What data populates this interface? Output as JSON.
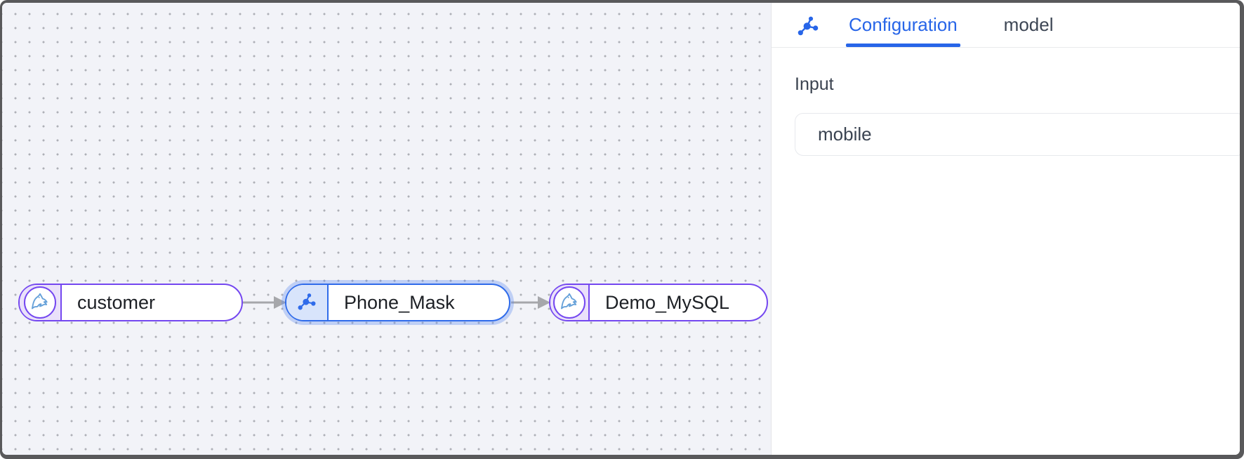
{
  "canvas": {
    "nodes": [
      {
        "label": "customer",
        "type": "mysql-source",
        "selected": false
      },
      {
        "label": "Phone_Mask",
        "type": "transform",
        "selected": true
      },
      {
        "label": "Demo_MySQL",
        "type": "mysql-sink",
        "selected": false
      }
    ],
    "edges": [
      {
        "from": "customer",
        "to": "Phone_Mask"
      },
      {
        "from": "Phone_Mask",
        "to": "Demo_MySQL"
      }
    ]
  },
  "panel": {
    "tabs": [
      {
        "label": "Configuration",
        "active": true
      },
      {
        "label": "model",
        "active": false
      }
    ],
    "input_label": "Input",
    "input_value": "mobile"
  },
  "colors": {
    "accent_blue": "#2765E8",
    "node_blue_border": "#2F6BEA",
    "node_purple_border": "#7447F0",
    "edge_gray": "#A6A7AB",
    "canvas_bg": "#F2F3F8",
    "tab_inactive_text": "#3D4654"
  }
}
